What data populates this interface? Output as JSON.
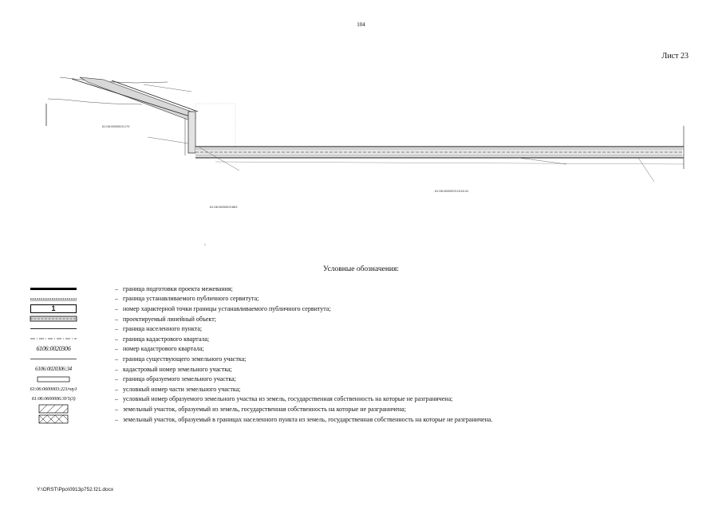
{
  "header": {
    "page_number": "104",
    "sheet_label": "Лист 23"
  },
  "plan": {
    "labels": {
      "quarter_1": "61:06:0600003:179",
      "quarter_2": "61:06:0600003:863",
      "quarter_3": "61:06:0600003:1016:41"
    }
  },
  "legend": {
    "title": "Условные обозначения:",
    "dash": "–",
    "items": [
      {
        "symbol_text": "",
        "text": "граница подготовки проекта межевания;"
      },
      {
        "symbol_text": "",
        "text": "граница устанавливаемого публичного сервитута;"
      },
      {
        "symbol_text": "1",
        "text": "номер характерной точки границы устанавливаемого публичного сервитута;"
      },
      {
        "symbol_text": "",
        "text": "проектируемый линейный объект;"
      },
      {
        "symbol_text": "",
        "text": "граница населенного пункта;"
      },
      {
        "symbol_text": "",
        "text": "граница кадастрового квартала;"
      },
      {
        "symbol_text": "6106:0020306",
        "text": "номер кадастрового квартала;"
      },
      {
        "symbol_text": "",
        "text": "граница существующего земельного участка;"
      },
      {
        "symbol_text": "6106:0020306:34",
        "text": "кадастровый номер земельного участка;"
      },
      {
        "symbol_text": "",
        "text": "граница образуемого земельного участка;"
      },
      {
        "symbol_text": "61:06:0600003:221/чзу1",
        "text": "условный номер части земельного участка;"
      },
      {
        "symbol_text": "61:06:0600006:ЗУ1(3)",
        "text": "условный номер образуемого земельного участка из земель, государственная собственность на которые не разграничена;"
      },
      {
        "symbol_text": "",
        "text": "земельный участок, образуемый из земель, государственная собственность на которые не разграничена;"
      },
      {
        "symbol_text": "",
        "text": "земельный участок, образуемый в границах населенного пункта из земель, государственная собственность на которые не разграничена."
      }
    ]
  },
  "footer": {
    "path": "Y:\\ORST\\Ppo\\0913p752.f21.docx"
  }
}
